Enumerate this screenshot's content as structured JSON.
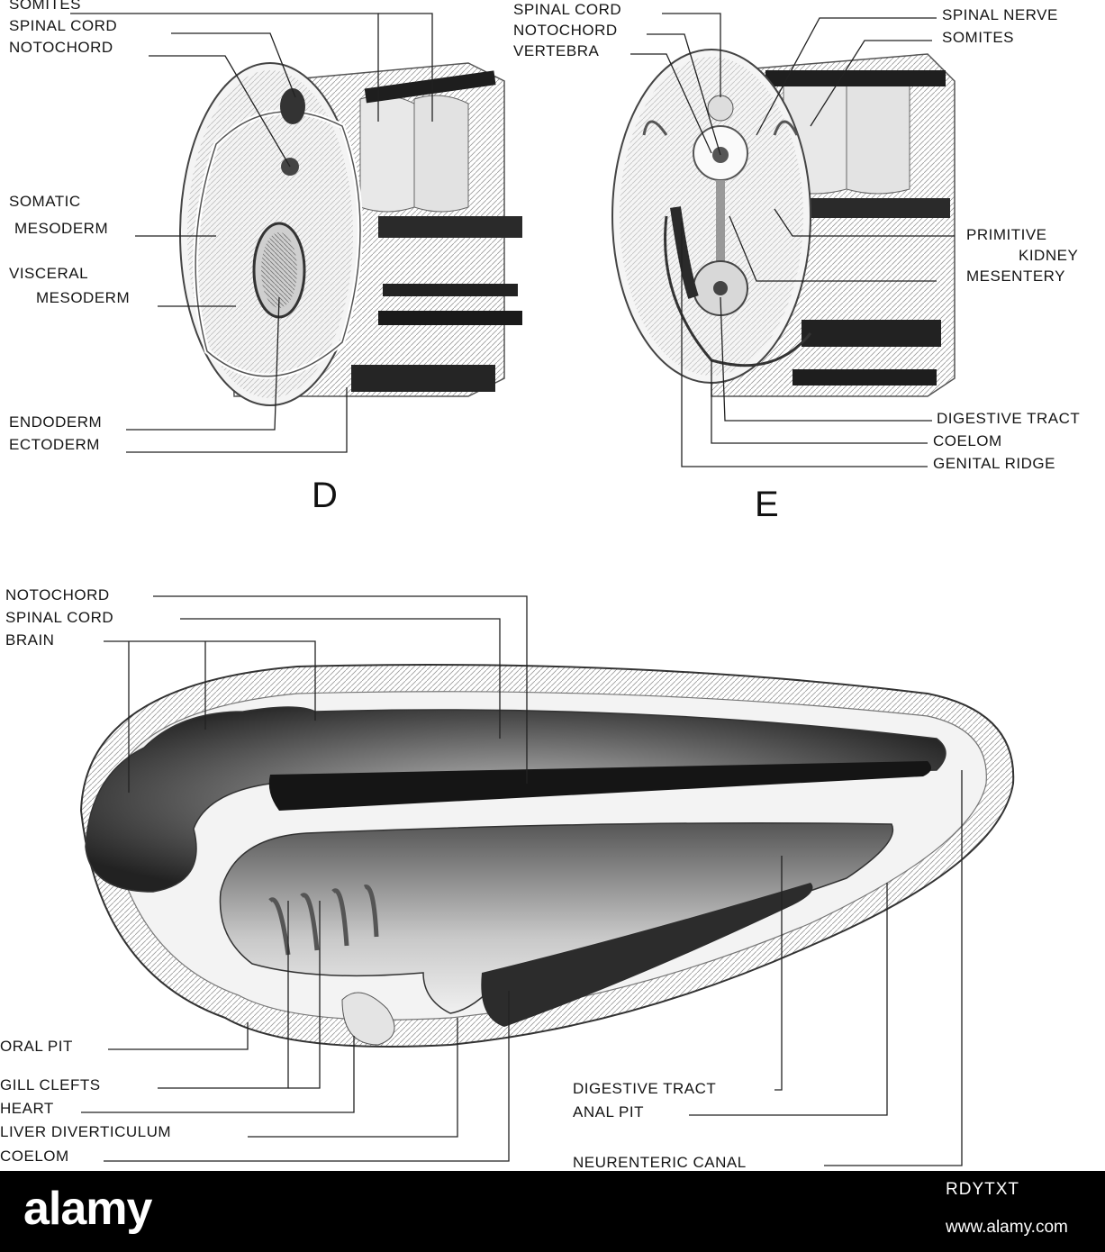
{
  "labels_d": {
    "somites": "SOMITES",
    "spinal_cord": "SPINAL CORD",
    "notochord": "NOTOCHORD",
    "somatic_1": "SOMATIC",
    "somatic_2": "MESODERM",
    "visceral_1": "VISCERAL",
    "visceral_2": "MESODERM",
    "endoderm": "ENDODERM",
    "ectoderm": "ECTODERM"
  },
  "labels_e": {
    "spinal_cord": "SPINAL CORD",
    "notochord": "NOTOCHORD",
    "vertebra": "VERTEBRA",
    "spinal_nerve": "SPINAL NERVE",
    "somites": "SOMITES",
    "primitive_1": "PRIMITIVE",
    "primitive_2": "KIDNEY",
    "mesentery": "MESENTERY",
    "digestive_tract": "DIGESTIVE TRACT",
    "coelom": "COELOM",
    "genital_ridge": "GENITAL RIDGE"
  },
  "panel_letters": {
    "d": "D",
    "e": "E"
  },
  "labels_f": {
    "notochord": "NOTOCHORD",
    "spinal_cord": "SPINAL CORD",
    "brain": "BRAIN",
    "oral_pit": "ORAL PIT",
    "gill_clefts": "GILL CLEFTS",
    "heart": "HEART",
    "liver_diverticulum": "LIVER DIVERTICULUM",
    "coelom": "COELOM",
    "digestive_tract": "DIGESTIVE TRACT",
    "anal_pit": "ANAL PIT",
    "neurenteric_canal": "NEURENTERIC CANAL"
  },
  "footer": {
    "logo": "alamy",
    "image_code": "RDYTXT",
    "site": "www.alamy.com"
  }
}
